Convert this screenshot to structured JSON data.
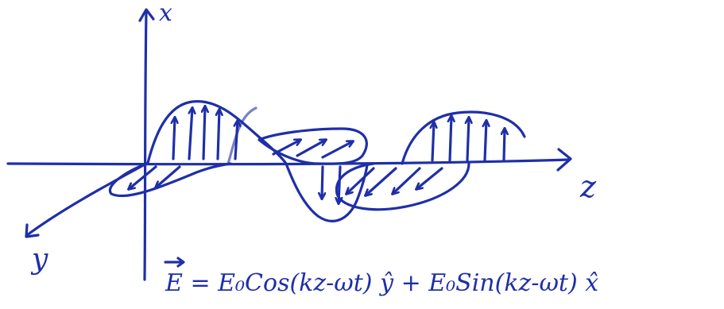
{
  "colors": {
    "ink": "#1f2fa8",
    "background": "#ffffff"
  },
  "labels": {
    "x_axis": "x",
    "y_axis": "y",
    "z_axis": "z"
  },
  "equation": {
    "vector": "E",
    "lhs": "= E₀Cos(kz-ωt)",
    "y_hat": "ŷ",
    "middle": " + E₀Sin(kz-ωt)",
    "x_hat": "x̂"
  }
}
